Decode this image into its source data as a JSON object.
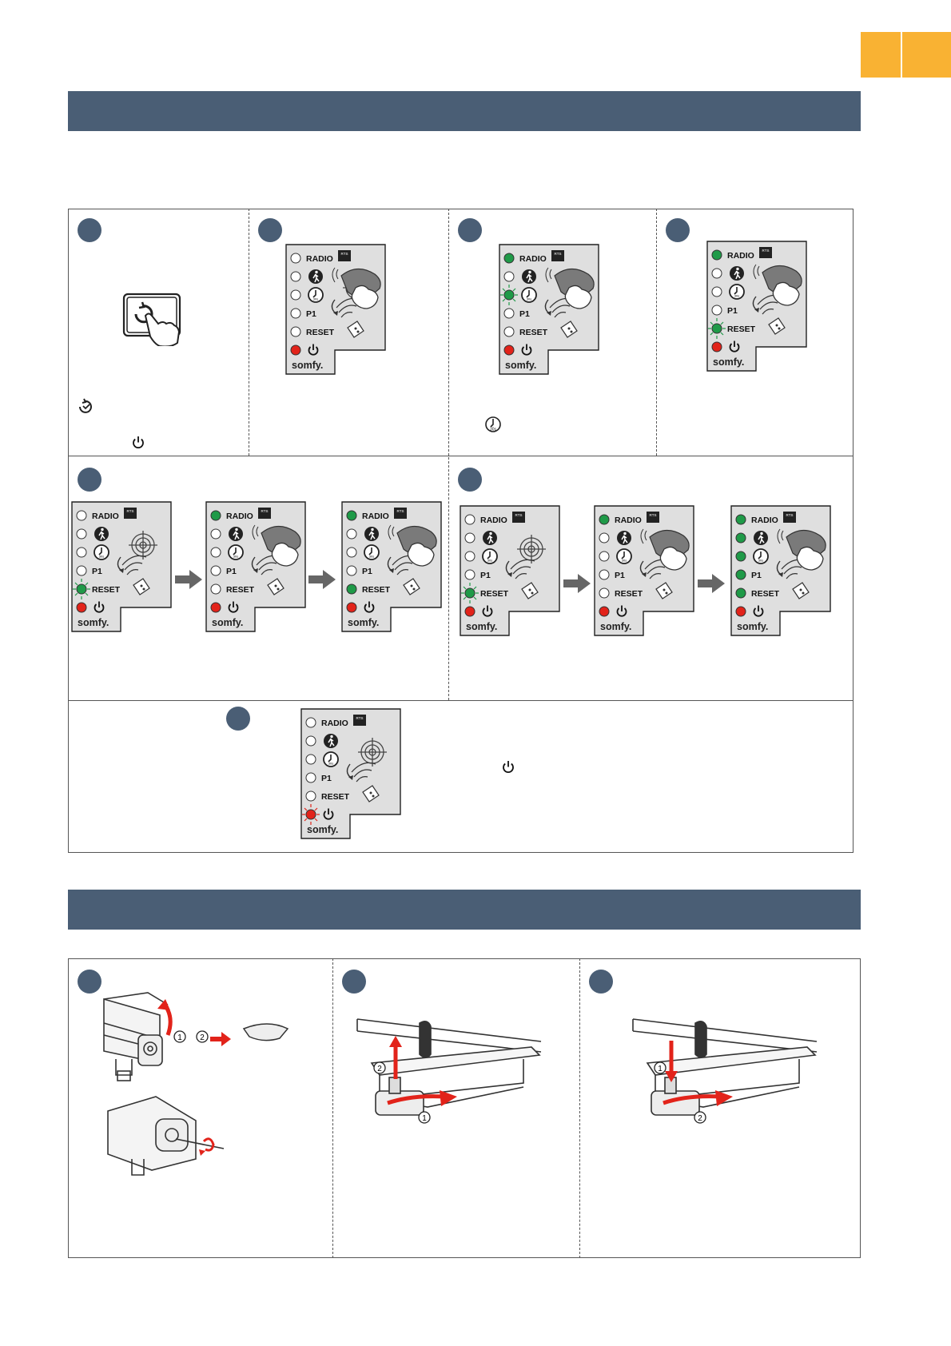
{
  "colors": {
    "accent_tab": "#f9b233",
    "banner": "#4a5e75",
    "led_green": "#1f9a48",
    "led_red": "#e2231a",
    "panel_bg": "#dfdfdf"
  },
  "panel_labels": {
    "radio": "RADIO",
    "p1": "P1",
    "reset": "RESET",
    "brand": "somfy.",
    "badge_text": "RTS",
    "timer_text": "30s"
  },
  "icons": [
    "prog-touch-icon",
    "reset-icon",
    "power-icon",
    "timer-30s-icon",
    "pedestrian-icon",
    "target-icon",
    "remote-icon",
    "arrow-right-icon"
  ]
}
